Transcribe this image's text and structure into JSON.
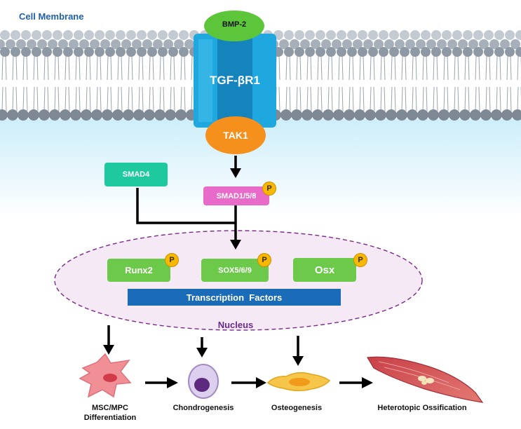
{
  "membrane": {
    "label": "Cell Membrane"
  },
  "ligand": {
    "label": "BMP-2"
  },
  "receptor": {
    "label": "TGF-βR1"
  },
  "kinase": {
    "label": "TAK1"
  },
  "smad4": {
    "label": "SMAD4"
  },
  "smad158": {
    "label": "SMAD1/5/8"
  },
  "phospho_mark": "P",
  "nucleus": {
    "label": "Nucleus",
    "factors": [
      "Runx2",
      "SOX5/6/9",
      "Osx"
    ],
    "banner": "Transcription  Factors"
  },
  "stages": [
    {
      "label": "MSC/MPC",
      "label2": "Differentiation"
    },
    {
      "label": "Chondrogenesis"
    },
    {
      "label": "Osteogenesis"
    },
    {
      "label": "Heterotopic Ossification"
    }
  ],
  "colors": {
    "membrane_label": "#1f5fae",
    "bmp2": "#5dc53a",
    "receptor": "#1fa7e0",
    "tak1": "#f5901d",
    "smad4": "#1ec9a0",
    "smad158": "#e86ac9",
    "factor": "#6cc94a",
    "banner": "#1a6bb8",
    "nucleus_border": "#7a2a8a",
    "nucleus_label": "#6a2a8a",
    "phospho": "#f6b800"
  }
}
